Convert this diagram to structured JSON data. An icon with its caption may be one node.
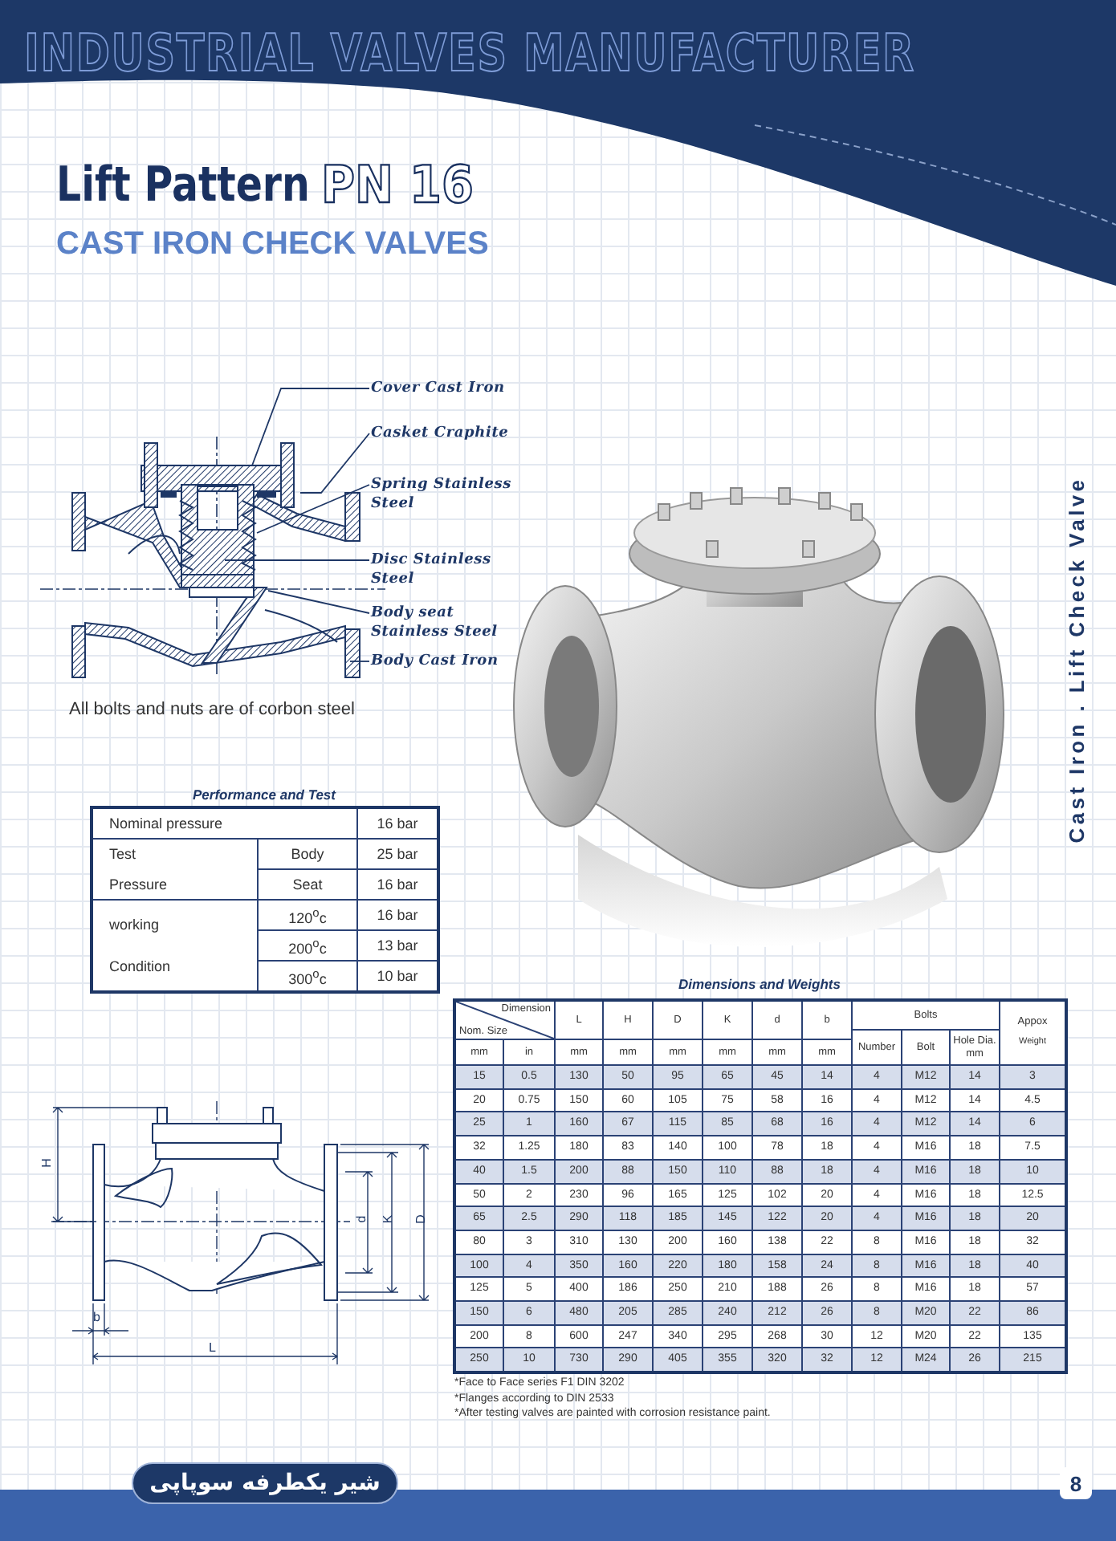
{
  "diagram": {
    "title": "Lift Pattern",
    "nodes": [
      {
        "text": [
          "Cover Cast Iron"
        ]
      },
      {
        "text": [
          "Casket Craphite"
        ]
      },
      {
        "text": [
          "Spring Stainless Steel"
        ]
      },
      {
        "text": [
          "Disc Stainless Steel"
        ]
      },
      {
        "text": [
          "Body seat Stainless Steel"
        ]
      },
      {
        "text": [
          "Body Cast Iron"
        ]
      }
    ],
    "edges": [
      {
        "from": 0,
        "to": null,
        "arrow": "none"
      },
      {
        "from": 1,
        "to": null,
        "arrow": "none"
      },
      {
        "from": 2,
        "to": null,
        "arrow": "none"
      },
      {
        "from": 3,
        "to": null,
        "arrow": "none"
      },
      {
        "from": 4,
        "to": null,
        "arrow": "none"
      },
      {
        "from": 5,
        "to": null,
        "arrow": "none"
      }
    ],
    "labels": [
      "INDUSTRIAL VALVES MANUFACTURER",
      "PN 16",
      "CAST IRON CHECK VALVES",
      "All bolts and nuts are of corbon steel",
      "Cast Iron . Lift Check Valve",
      "Performance and Test",
      "Nominal   pressure",
      "16 bar",
      "Test Pressure",
      "Body",
      "25 bar",
      "Seat",
      "16 bar",
      "working Condition",
      "120$^{o}$c",
      "16 bar",
      "200$^{o}$c",
      "13 bar",
      "300$^{o}$c",
      "10 bar",
      "Dimensions and Weights",
      "Dimension",
      "Nom. Size",
      "L",
      "H",
      "D",
      "K",
      "d",
      "b",
      "Bolts",
      "Appox",
      "mm",
      "in",
      "mm",
      "mm",
      "mm",
      "mm",
      "mm",
      "mm",
      "Number",
      "Bolt",
      "Hole Dia. mm",
      "Weight",
      "15",
      "0.5",
      "130",
      "50",
      "95",
      "65",
      "45",
      "14",
      "4",
      "M12",
      "14",
      "3",
      "20",
      "0.75",
      "150",
      "60",
      "105",
      "75",
      "58",
      "16",
      "4",
      "M12",
      "14",
      "4.5",
      "25",
      "1",
      "160",
      "67",
      "115",
      "85",
      "68",
      "16",
      "4",
      "M12",
      "14",
      "6",
      "32",
      "1.25",
      "180",
      "83",
      "140",
      "100",
      "78",
      "18",
      "4",
      "M16",
      "18",
      "7.5",
      "40",
      "1.5",
      "200",
      "88",
      "150",
      "110",
      "88",
      "18",
      "4",
      "M16",
      "18",
      "10",
      "50",
      "2",
      "230",
      "96",
      "165",
      "125",
      "102",
      "20",
      "4",
      "M16",
      "18",
      "12.5",
      "65",
      "2.5",
      "290",
      "118",
      "185",
      "145",
      "122",
      "20",
      "4",
      "M16",
      "18",
      "20",
      "80",
      "3",
      "310",
      "130",
      "200",
      "160",
      "138",
      "22",
      "8",
      "M16",
      "18",
      "32",
      "100",
      "4",
      "350",
      "160",
      "220",
      "180",
      "158",
      "24",
      "8",
      "M16",
      "18",
      "40",
      "125",
      "5",
      "400",
      "186",
      "250",
      "210",
      "188",
      "26",
      "8",
      "M16",
      "18",
      "57",
      "150",
      "6",
      "480",
      "205",
      "285",
      "240",
      "212",
      "26",
      "8",
      "M20",
      "22",
      "86",
      "200",
      "8",
      "600",
      "247",
      "340",
      "295",
      "268",
      "30",
      "12",
      "M20",
      "22",
      "135",
      "250",
      "10",
      "730",
      "290",
      "405",
      "355",
      "320",
      "32",
      "12",
      "M24",
      "26",
      "215",
      "*Face to Face series F1 DIN 3202",
      "*Flanges according to DIN 2533",
      "*After testing valves are painted with corrosion resistance paint.",
      "H",
      "d",
      "K",
      "D",
      "b",
      "L",
      "شیر یکطرفه سوپاپی",
      "8"
    ]
  }
}
